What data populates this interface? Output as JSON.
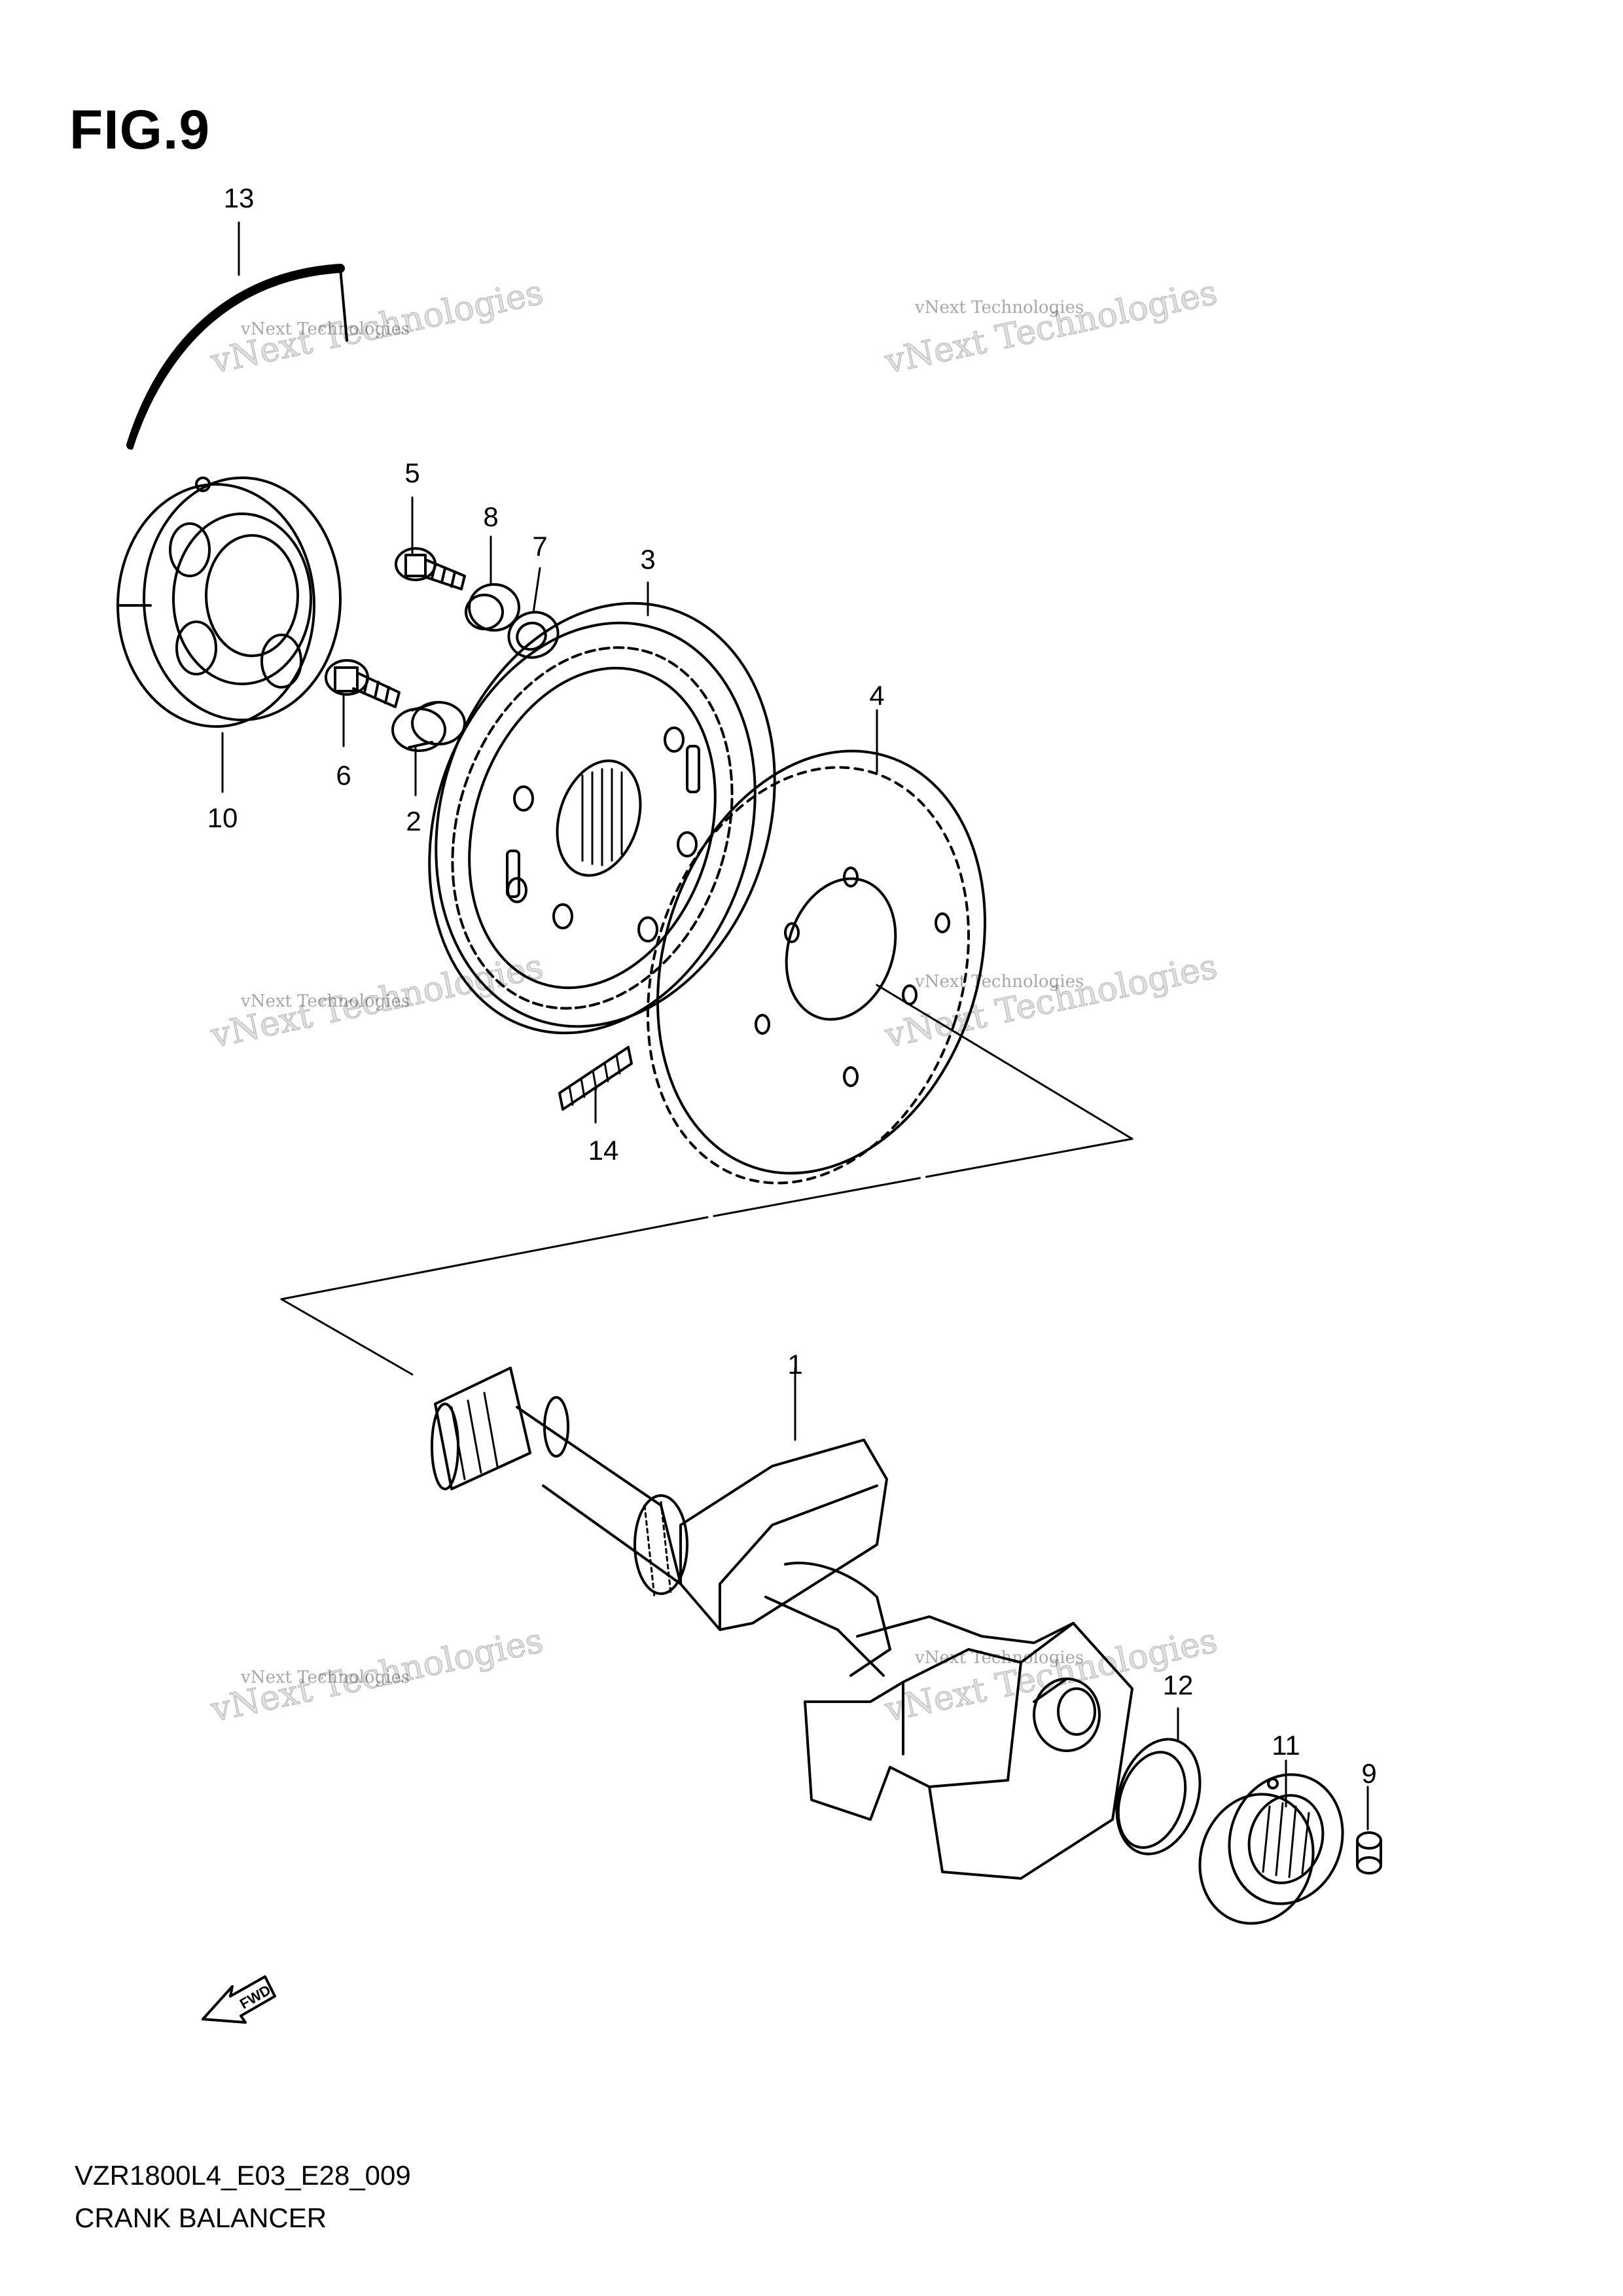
{
  "figure_title": "FIG.9",
  "callouts": [
    {
      "id": "1",
      "label": "1"
    },
    {
      "id": "2",
      "label": "2"
    },
    {
      "id": "3",
      "label": "3"
    },
    {
      "id": "4",
      "label": "4"
    },
    {
      "id": "5",
      "label": "5"
    },
    {
      "id": "6",
      "label": "6"
    },
    {
      "id": "7",
      "label": "7"
    },
    {
      "id": "8",
      "label": "8"
    },
    {
      "id": "9",
      "label": "9"
    },
    {
      "id": "10",
      "label": "10"
    },
    {
      "id": "11",
      "label": "11"
    },
    {
      "id": "12",
      "label": "12"
    },
    {
      "id": "13",
      "label": "13"
    },
    {
      "id": "14",
      "label": "14"
    }
  ],
  "fwd_arrow_label": "FWD",
  "diagram_code": "VZR1800L4_E03_E28_009",
  "diagram_name": "CRANK BALANCER",
  "watermark": {
    "small_text": "vNext Technologies",
    "big_text": "vNext Technologies"
  }
}
